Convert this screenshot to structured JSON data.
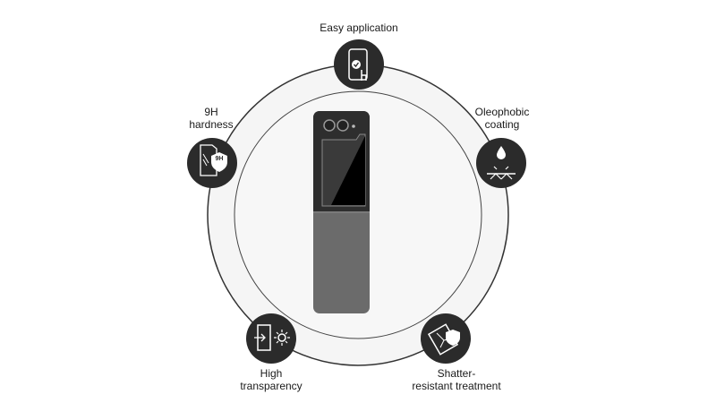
{
  "features": [
    {
      "label_lines": [
        "Easy application"
      ],
      "icon": "tap-install-icon"
    },
    {
      "label_lines": [
        "Oleophobic",
        "coating"
      ],
      "icon": "oil-drop-icon"
    },
    {
      "label_lines": [
        "Shatter-",
        "resistant treatment"
      ],
      "icon": "shatter-shield-icon"
    },
    {
      "label_lines": [
        "High",
        "transparency"
      ],
      "icon": "transparency-sun-icon"
    },
    {
      "label_lines": [
        "9H",
        "hardness"
      ],
      "icon": "hardness-shield-icon",
      "icon_text": "9H"
    }
  ],
  "colors": {
    "icon_bg": "#2b2b2b",
    "phone_top": "#2e2e2e",
    "phone_bottom": "#6b6b6b",
    "ring": "#333333"
  }
}
